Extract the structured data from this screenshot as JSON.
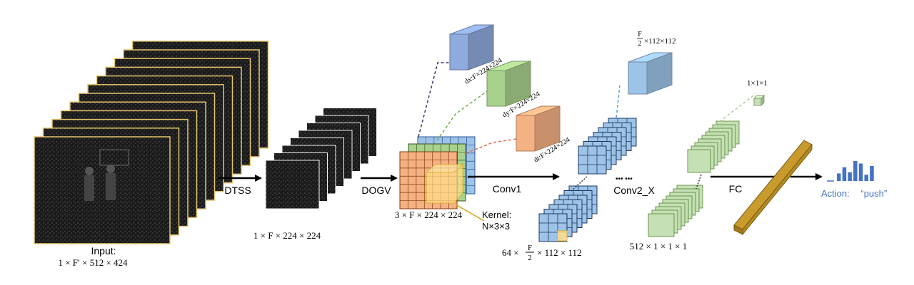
{
  "input": {
    "label": "Input:",
    "dims": "1 × F′ × 512 × 424",
    "frame_count": 12,
    "border_color": "#e6c46c"
  },
  "stages": {
    "dtss": {
      "label": "DTSS",
      "dims": "1 × F × 224 × 224",
      "frame_count": 8
    },
    "dogv": {
      "label": "DOGV",
      "dims": "3 × F × 224 × 224"
    },
    "conv1": {
      "label": "Conv1",
      "dims_prefix": "64 ×",
      "dims_frac_num": "F",
      "dims_frac_den": "2",
      "dims_suffix": "× 112 × 112"
    },
    "conv2": {
      "label": "Conv2_X",
      "ellipsis": "•••  •••",
      "dims": "512 × 1 × 1 × 1"
    },
    "fc": {
      "label": "FC"
    }
  },
  "kernel": {
    "line1": "Kernel:",
    "line2": "N×3×3"
  },
  "gradients": {
    "dx": {
      "label": "dx:F×224×224",
      "color": "#8faadc"
    },
    "dy": {
      "label": "dy:F×224×224",
      "color": "#a9d18e"
    },
    "dt": {
      "label": "dt:F×224×224",
      "color": "#f4b183"
    }
  },
  "conv_outputs": {
    "half_volume": {
      "num": "F",
      "den": "2",
      "rest": "×112×112",
      "color": "#9dc3e6"
    },
    "unit_volume": {
      "label": "1×1×1",
      "color": "#c5e0b4"
    }
  },
  "action": {
    "label": "Action:",
    "value": "“push”",
    "color": "#4472c4",
    "histogram": [
      0.3,
      0.55,
      0.35,
      0.8,
      0.7,
      0.25,
      0.6
    ]
  }
}
